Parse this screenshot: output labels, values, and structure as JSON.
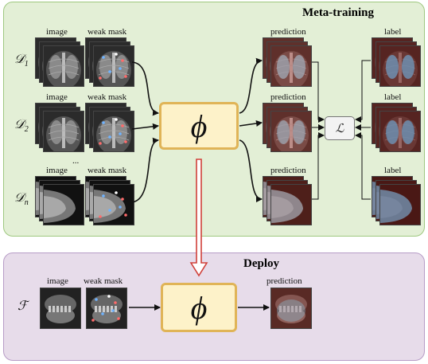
{
  "meta_training": {
    "title": "Meta-training",
    "image_label": "image",
    "weak_mask_label": "weak mask",
    "prediction_label": "prediction",
    "label_label": "label",
    "ellipsis": "...",
    "datasets": [
      {
        "symbol": "𝒟",
        "subscript": "1"
      },
      {
        "symbol": "𝒟",
        "subscript": "2"
      },
      {
        "symbol": "𝒟",
        "subscript": "n"
      }
    ],
    "model_symbol": "ϕ",
    "loss_symbol": "ℒ"
  },
  "deploy": {
    "title": "Deploy",
    "dataset_symbol": "ℱ",
    "image_label": "image",
    "weak_mask_label": "weak mask",
    "prediction_label": "prediction",
    "model_symbol": "ϕ"
  },
  "colors": {
    "meta_panel_bg": "#e3efd6",
    "meta_panel_border": "#9ec87f",
    "deploy_panel_bg": "#e7dcea",
    "deploy_panel_border": "#b79cc6",
    "phi_fill": "#fdf2c9",
    "phi_border": "#e0b457",
    "deploy_arrow": "#d0403a"
  }
}
